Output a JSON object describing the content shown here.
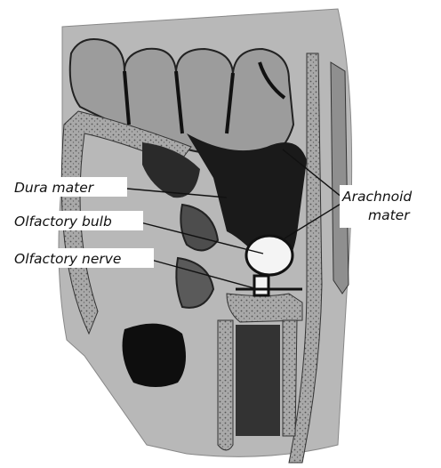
{
  "labels": {
    "dura_mater": "Dura mater",
    "olfactory_bulb": "Olfactory bulb",
    "olfactory_nerve": "Olfactory nerve",
    "arachnoid_line1": "Arachnoid",
    "arachnoid_line2": "mater"
  },
  "colors": {
    "paper": "#ffffff",
    "tissue_mid": "#9a9a9a",
    "tissue_light": "#d9d9d9",
    "cavity_dark": "#1a1a1a",
    "bone": "#8e8e8e",
    "ink": "#111111"
  }
}
